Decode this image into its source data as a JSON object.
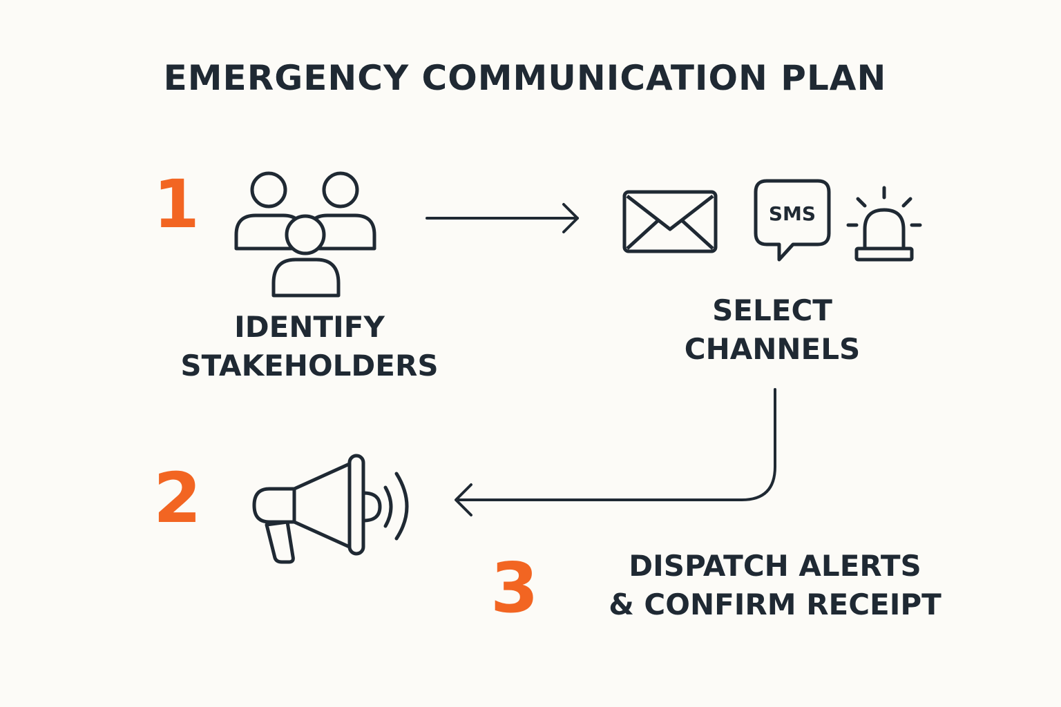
{
  "title": "EMERGENCY COMMUNICATION PLAN",
  "colors": {
    "background": "#fcfbf7",
    "text": "#1f2933",
    "step_number": "#f26522",
    "stroke": "#1f2933"
  },
  "steps": [
    {
      "number": "1",
      "label_lines": [
        "IDENTIFY",
        "STAKEHOLDERS"
      ],
      "icon": "people-group-icon"
    },
    {
      "label_lines": [
        "SELECT",
        "CHANNELS"
      ],
      "icons": [
        "email-icon",
        "sms-icon",
        "alarm-light-icon"
      ],
      "sms_text": "SMS"
    },
    {
      "number": "2",
      "icon": "megaphone-icon"
    },
    {
      "number": "3",
      "label_lines": [
        "DISPATCH ALERTS",
        "& CONFIRM RECEIPT"
      ]
    }
  ],
  "connectors": [
    "arrow-right",
    "arrow-down-left"
  ]
}
